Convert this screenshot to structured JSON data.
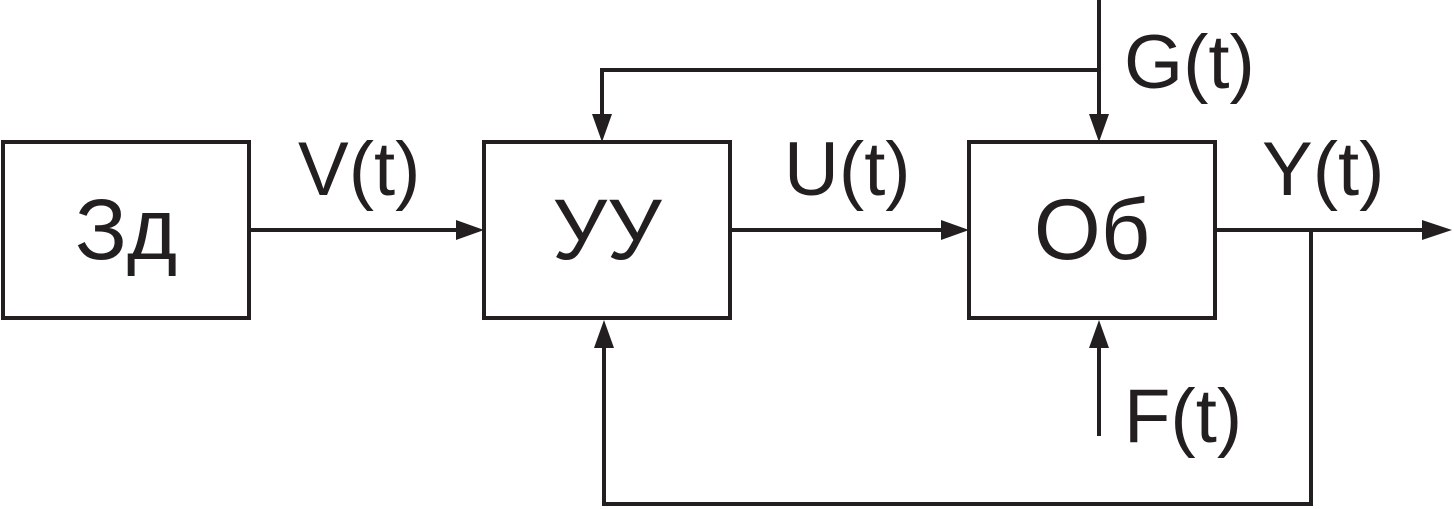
{
  "diagram": {
    "blocks": {
      "setpoint": {
        "label": "Зд"
      },
      "controller": {
        "label": "УУ"
      },
      "plant": {
        "label": "Об"
      }
    },
    "signals": {
      "v": {
        "label": "V(t)"
      },
      "u": {
        "label": "U(t)"
      },
      "y": {
        "label": "Y(t)"
      },
      "g": {
        "label": "G(t)"
      },
      "f": {
        "label": "F(t)"
      }
    },
    "colors": {
      "line": "#231f20",
      "background": "#ffffff"
    }
  }
}
